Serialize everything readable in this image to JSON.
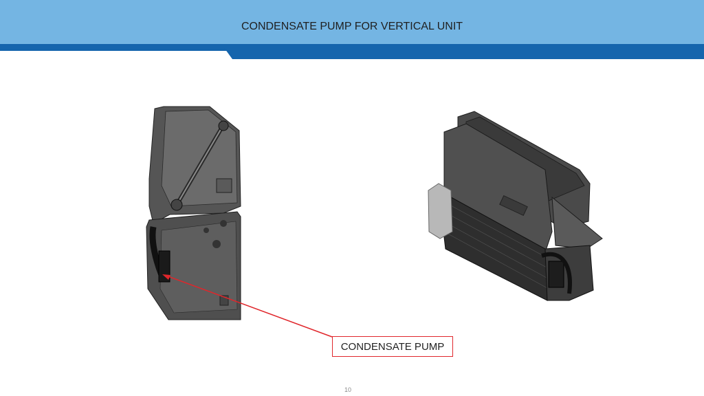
{
  "slide": {
    "title": "CONDENSATE PUMP FOR VERTICAL UNIT",
    "callout_label": "CONDENSATE PUMP",
    "page_number": "10"
  },
  "colors": {
    "header_light": "#74b5e3",
    "header_dark": "#1565ad",
    "callout_red": "#e0262b",
    "model_gray": "#4d4d4d"
  }
}
